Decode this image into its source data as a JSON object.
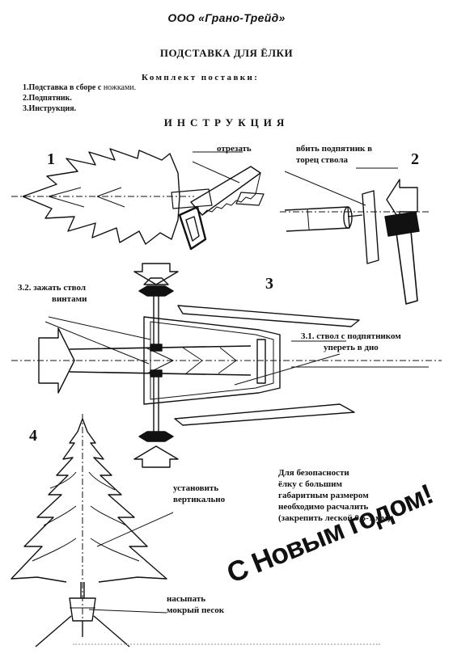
{
  "header": {
    "company": "ООО «Грано-Трейд»",
    "title": "ПОДСТАВКА ДЛЯ ЁЛКИ"
  },
  "kit": {
    "heading": "Комплект поставки:",
    "items": [
      {
        "bold": "1.Подставка в сборе с",
        "normal": " ножками."
      },
      {
        "bold": "2.Подпятник.",
        "normal": ""
      },
      {
        "bold": "3.Инструкция.",
        "normal": ""
      }
    ]
  },
  "instructions": {
    "heading": "ИНСТРУКЦИЯ",
    "step1": {
      "number": "1",
      "label": "отрезать"
    },
    "step2": {
      "number": "2",
      "label_line1": "вбить подпятник в",
      "label_line2": "торец ствола"
    },
    "step3": {
      "number": "3",
      "sub1_line1": "3.2.  зажать ствол",
      "sub1_line2": "винтами",
      "sub2_line1": "3.1.  ствол с подпятником",
      "sub2_line2": "упереть в дно"
    },
    "step4": {
      "number": "4",
      "vertical_line1": "установить",
      "vertical_line2": "вертикально",
      "sand_line1": "насыпать",
      "sand_line2": "мокрый песок"
    },
    "safety_note": [
      "Для  безопасности",
      "ёлку  с большим",
      "габаритным  размером",
      "необходимо расчалить",
      "(закрепить леской 0,5-1 мм)"
    ]
  },
  "greeting": "С Новым годом!"
}
